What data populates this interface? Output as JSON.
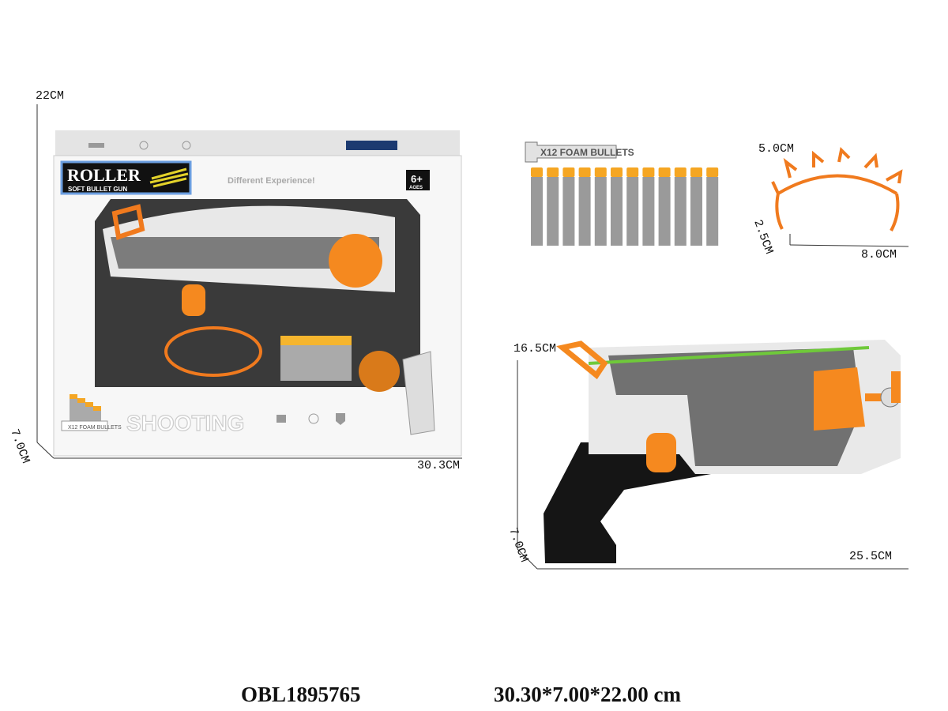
{
  "package": {
    "brand": "ROLLER",
    "subtitle": "SOFT BULLET GUN",
    "slogan": "Different Experience!",
    "age": "6+",
    "age_label": "AGES",
    "bottom_text": "SHOOTING",
    "bullets_badge": "X12 FOAM BULLETS",
    "height": "22CM",
    "depth": "7.0CM",
    "width": "30.3CM"
  },
  "bullets": {
    "label": "X12 FOAM BULLETS",
    "count": 12,
    "tip_color": "#f5a623",
    "body_color": "#9a9a9a"
  },
  "ring": {
    "height": "5.0CM",
    "depth": "2.5CM",
    "width": "8.0CM",
    "color": "#f07a1e"
  },
  "gun": {
    "height": "16.5CM",
    "depth": "7.0CM",
    "width": "25.5CM",
    "accent_color": "#f5891f"
  },
  "footer": {
    "item_code": "OBL1895765",
    "carton_size": "30.30*7.00*22.00 cm"
  }
}
